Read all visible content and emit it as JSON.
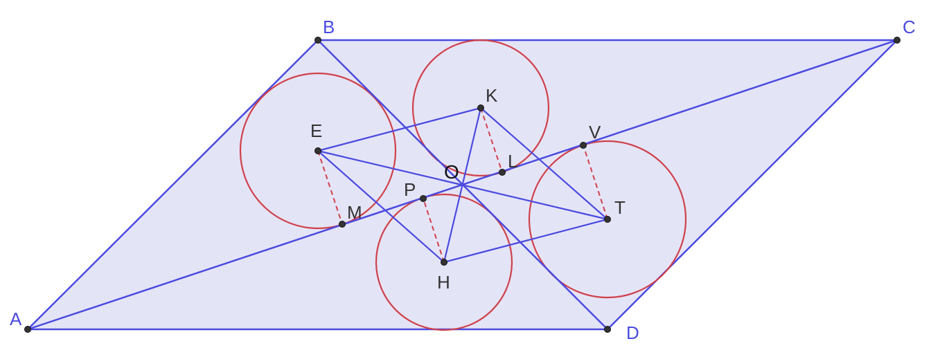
{
  "figure": {
    "colors": {
      "fill": "#e4e4f7",
      "edge": "#4a4ae0",
      "circle": "#d0404a",
      "dashed": "#d0404a",
      "point": "#333333",
      "outer_label": "#4a4ae0",
      "inner_label": "#333333"
    },
    "labels": {
      "A": "A",
      "B": "B",
      "C": "C",
      "D": "D",
      "E": "E",
      "K": "K",
      "T": "T",
      "H": "H",
      "O": "O",
      "L": "L",
      "V": "V",
      "P": "P",
      "M": "M"
    }
  }
}
